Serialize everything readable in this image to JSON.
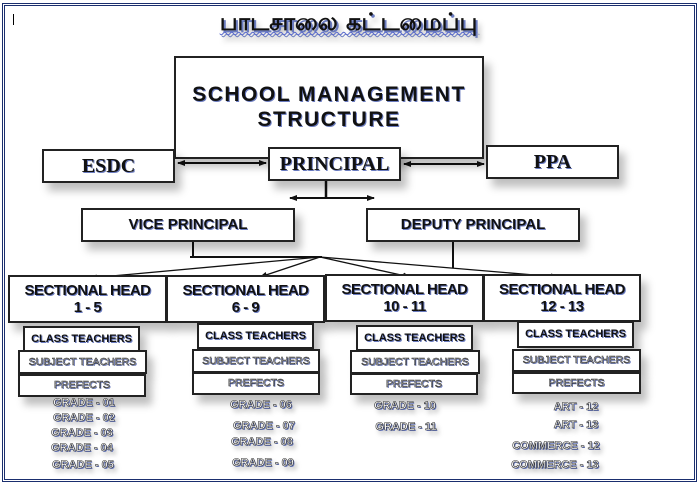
{
  "title": "பாடசாலை கட்டமைப்பு",
  "top_box": {
    "line1": "SCHOOL MANAGEMENT",
    "line2": "STRUCTURE"
  },
  "principal": "PRINCIPAL",
  "left_body": "ESDC",
  "right_body": "PPA",
  "vice_principal": "VICE PRINCIPAL",
  "deputy_principal": "DEPUTY PRINCIPAL",
  "sections": [
    {
      "title": "SECTIONAL HEAD",
      "range": "1 - 5",
      "class_teachers": "CLASS TEACHERS",
      "subject_teachers": "SUBJECT TEACHERS",
      "prefects": "PREFECTS",
      "grades": [
        "GRADE - 01",
        "GRADE - 02",
        "GRADE - 03",
        "GRADE - 04",
        "GRADE - 05"
      ]
    },
    {
      "title": "SECTIONAL HEAD",
      "range": "6 - 9",
      "class_teachers": "CLASS TEACHERS",
      "subject_teachers": "SUBJECT TEACHERS",
      "prefects": "PREFECTS",
      "grades": [
        "GRADE - 06",
        "GRADE - 07",
        "GRADE - 08",
        "GRADE - 09"
      ]
    },
    {
      "title": "SECTIONAL HEAD",
      "range": "10 - 11",
      "class_teachers": "CLASS TEACHERS",
      "subject_teachers": "SUBJECT TEACHERS",
      "prefects": "PREFECTS",
      "grades": [
        "GRADE - 10",
        "GRADE - 11"
      ]
    },
    {
      "title": "SECTIONAL HEAD",
      "range": "12 - 13",
      "class_teachers": "CLASS TEACHERS",
      "subject_teachers": "SUBJECT TEACHERS",
      "prefects": "PREFECTS",
      "grades": [
        "ART - 12",
        "ART - 13",
        "COMMERCE - 12",
        "COMMERCE - 13"
      ]
    }
  ]
}
